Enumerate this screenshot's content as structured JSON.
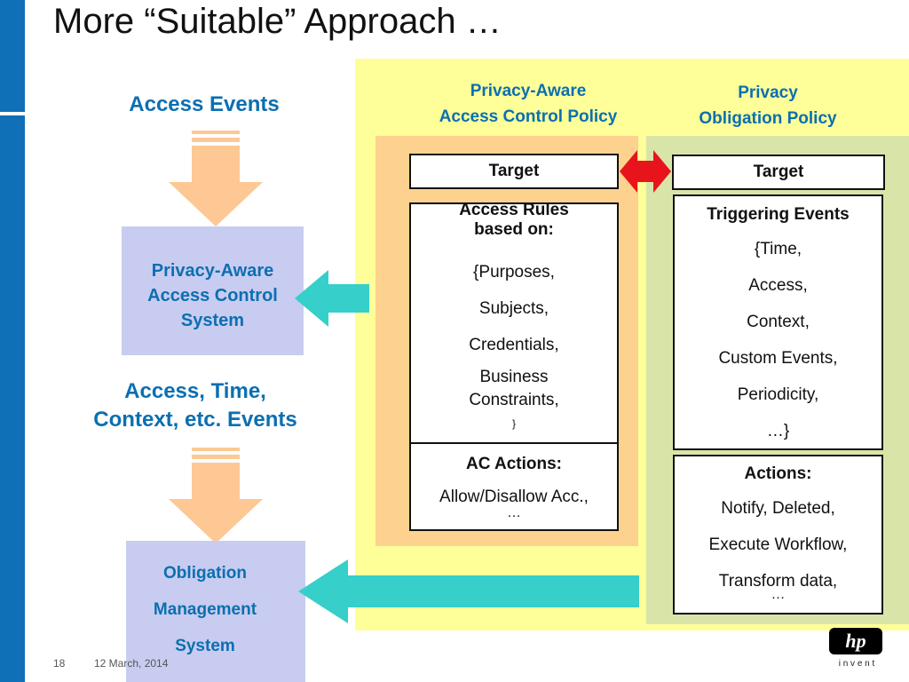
{
  "slide": {
    "title": "More “Suitable” Approach …",
    "page_number": "18",
    "date": "12 March, 2014"
  },
  "left": {
    "access_events": "Access Events",
    "pac_system": [
      "Privacy-Aware",
      "Access Control",
      "System"
    ],
    "events2": [
      "Access, Time,",
      "Context, etc. Events"
    ],
    "obligation_system": [
      "Obligation",
      "Management",
      "System"
    ]
  },
  "headers": {
    "pac_policy": [
      "Privacy-Aware",
      "Access Control Policy"
    ],
    "obligation_policy": [
      "Privacy",
      "Obligation Policy"
    ]
  },
  "pac_boxes": {
    "target": "Target",
    "rules_heading": [
      "Access Rules",
      "based on:"
    ],
    "rules_items": [
      "{Purposes,",
      "Subjects,",
      "Credentials,",
      "Business",
      "Constraints,",
      "}"
    ],
    "ac_actions_heading": "AC Actions:",
    "ac_actions_items": [
      "Allow/Disallow Acc.,",
      "…"
    ]
  },
  "obl_boxes": {
    "target": "Target",
    "triggering_heading": "Triggering Events",
    "triggering_items": [
      "{Time,",
      "Access,",
      "Context,",
      "Custom Events,",
      "Periodicity,",
      "…}"
    ],
    "actions_heading": "Actions:",
    "actions_items": [
      "Notify, Deleted,",
      "Execute Workflow,",
      "Transform data,",
      "…"
    ]
  },
  "logo": {
    "mark": "hp",
    "tagline": "i n v e n t"
  },
  "colors": {
    "sidebar": "#0f6fb7",
    "heading_blue": "#0b6fb1",
    "yellow_panel": "#ffff99",
    "orange_panel": "#fdd28f",
    "green_panel": "#d9e5a8",
    "lavender": "#c8ccf0",
    "peach_arrow": "#fdc894",
    "teal_arrow": "#36cfc9",
    "red_arrow": "#e8141b"
  }
}
